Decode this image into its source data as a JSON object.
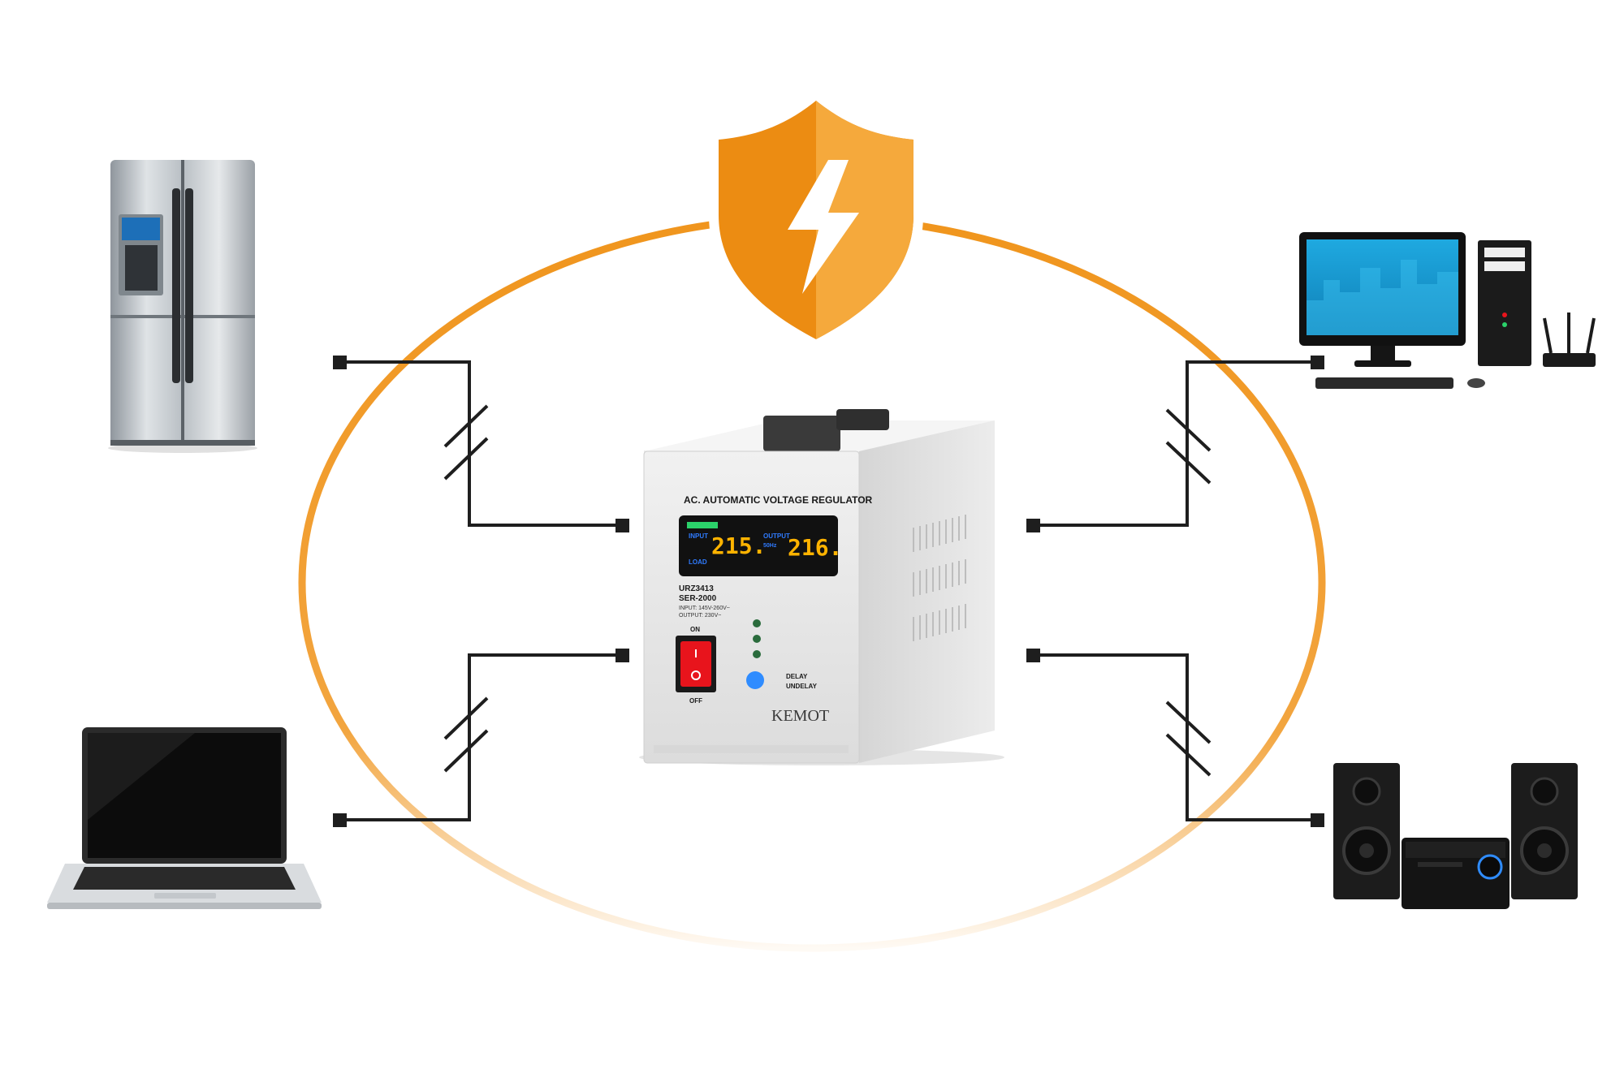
{
  "colors": {
    "accent": "#f0951d",
    "wire": "#1e1e1e",
    "background": "#ffffff",
    "display_digits": "#ffb300",
    "display_labels": "#2f7bff",
    "switch": "#e8141c"
  },
  "icons": {
    "shield": "shield-lightning-icon",
    "devices": [
      "refrigerator-icon",
      "desktop-computer-icon",
      "laptop-icon",
      "stereo-system-icon"
    ]
  },
  "regulator": {
    "panel_title": "AC. AUTOMATIC VOLTAGE REGULATOR",
    "input_label": "INPUT",
    "output_label": "OUTPUT",
    "output_freq": "50Hz",
    "load_label": "LOAD",
    "input_reading": "215.",
    "output_reading": "216.",
    "model_code": "URZ3413",
    "model_name": "SER-2000",
    "spec_input": "INPUT: 145V-260V~",
    "spec_output": "OUTPUT: 230V~",
    "switch_on": "ON",
    "switch_off": "OFF",
    "delay_label": "DELAY",
    "undelay_label": "UNDELAY",
    "brand": "KEMOT"
  }
}
